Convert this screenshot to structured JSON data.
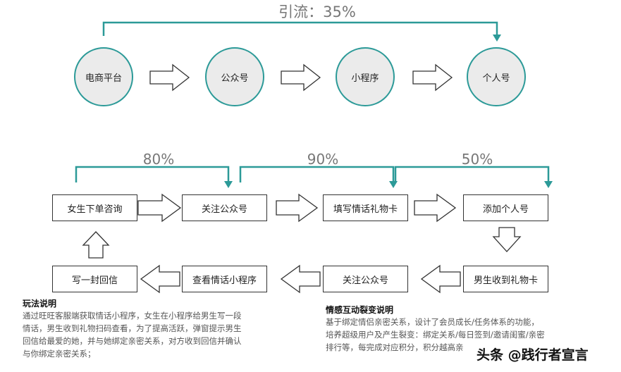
{
  "top_flow": {
    "label": "引流：35%",
    "nodes": [
      "电商平台",
      "公众号",
      "小程序",
      "个人号"
    ]
  },
  "percentages": {
    "p1": "80%",
    "p2": "90%",
    "p3": "50%"
  },
  "flow_boxes": {
    "row1": [
      "女生下单咨询",
      "关注公众号",
      "填写情话礼物卡",
      "添加个人号"
    ],
    "row2": [
      "写一封回信",
      "查看情话小程序",
      "关注公众号",
      "男生收到礼物卡"
    ]
  },
  "gameplay": {
    "title": "玩法说明",
    "lines": [
      "通过旺旺客服端获取情话小程序，女生在小程序给男生写一段",
      "情话，男生收到礼物扫码查看，为了提高活跃，弹窗提示男生",
      "回信给最爱的她，并与她绑定亲密关系，对方收到回信并确认",
      "与你绑定亲密关系；"
    ]
  },
  "fission": {
    "title": "情感互动裂变说明",
    "lines": [
      "基于绑定情侣亲密关系，设计了会员成长/任务体系的功能，",
      "培养超级用户及产生裂变：绑定关系/每日签到/邀请闺蜜/亲密",
      "排行等，每完成对应积分，积分越高亲"
    ]
  },
  "watermark": "头条 @践行者宣言",
  "colors": {
    "teal": "#2c9a98",
    "circle_fill": "#ebebeb"
  }
}
